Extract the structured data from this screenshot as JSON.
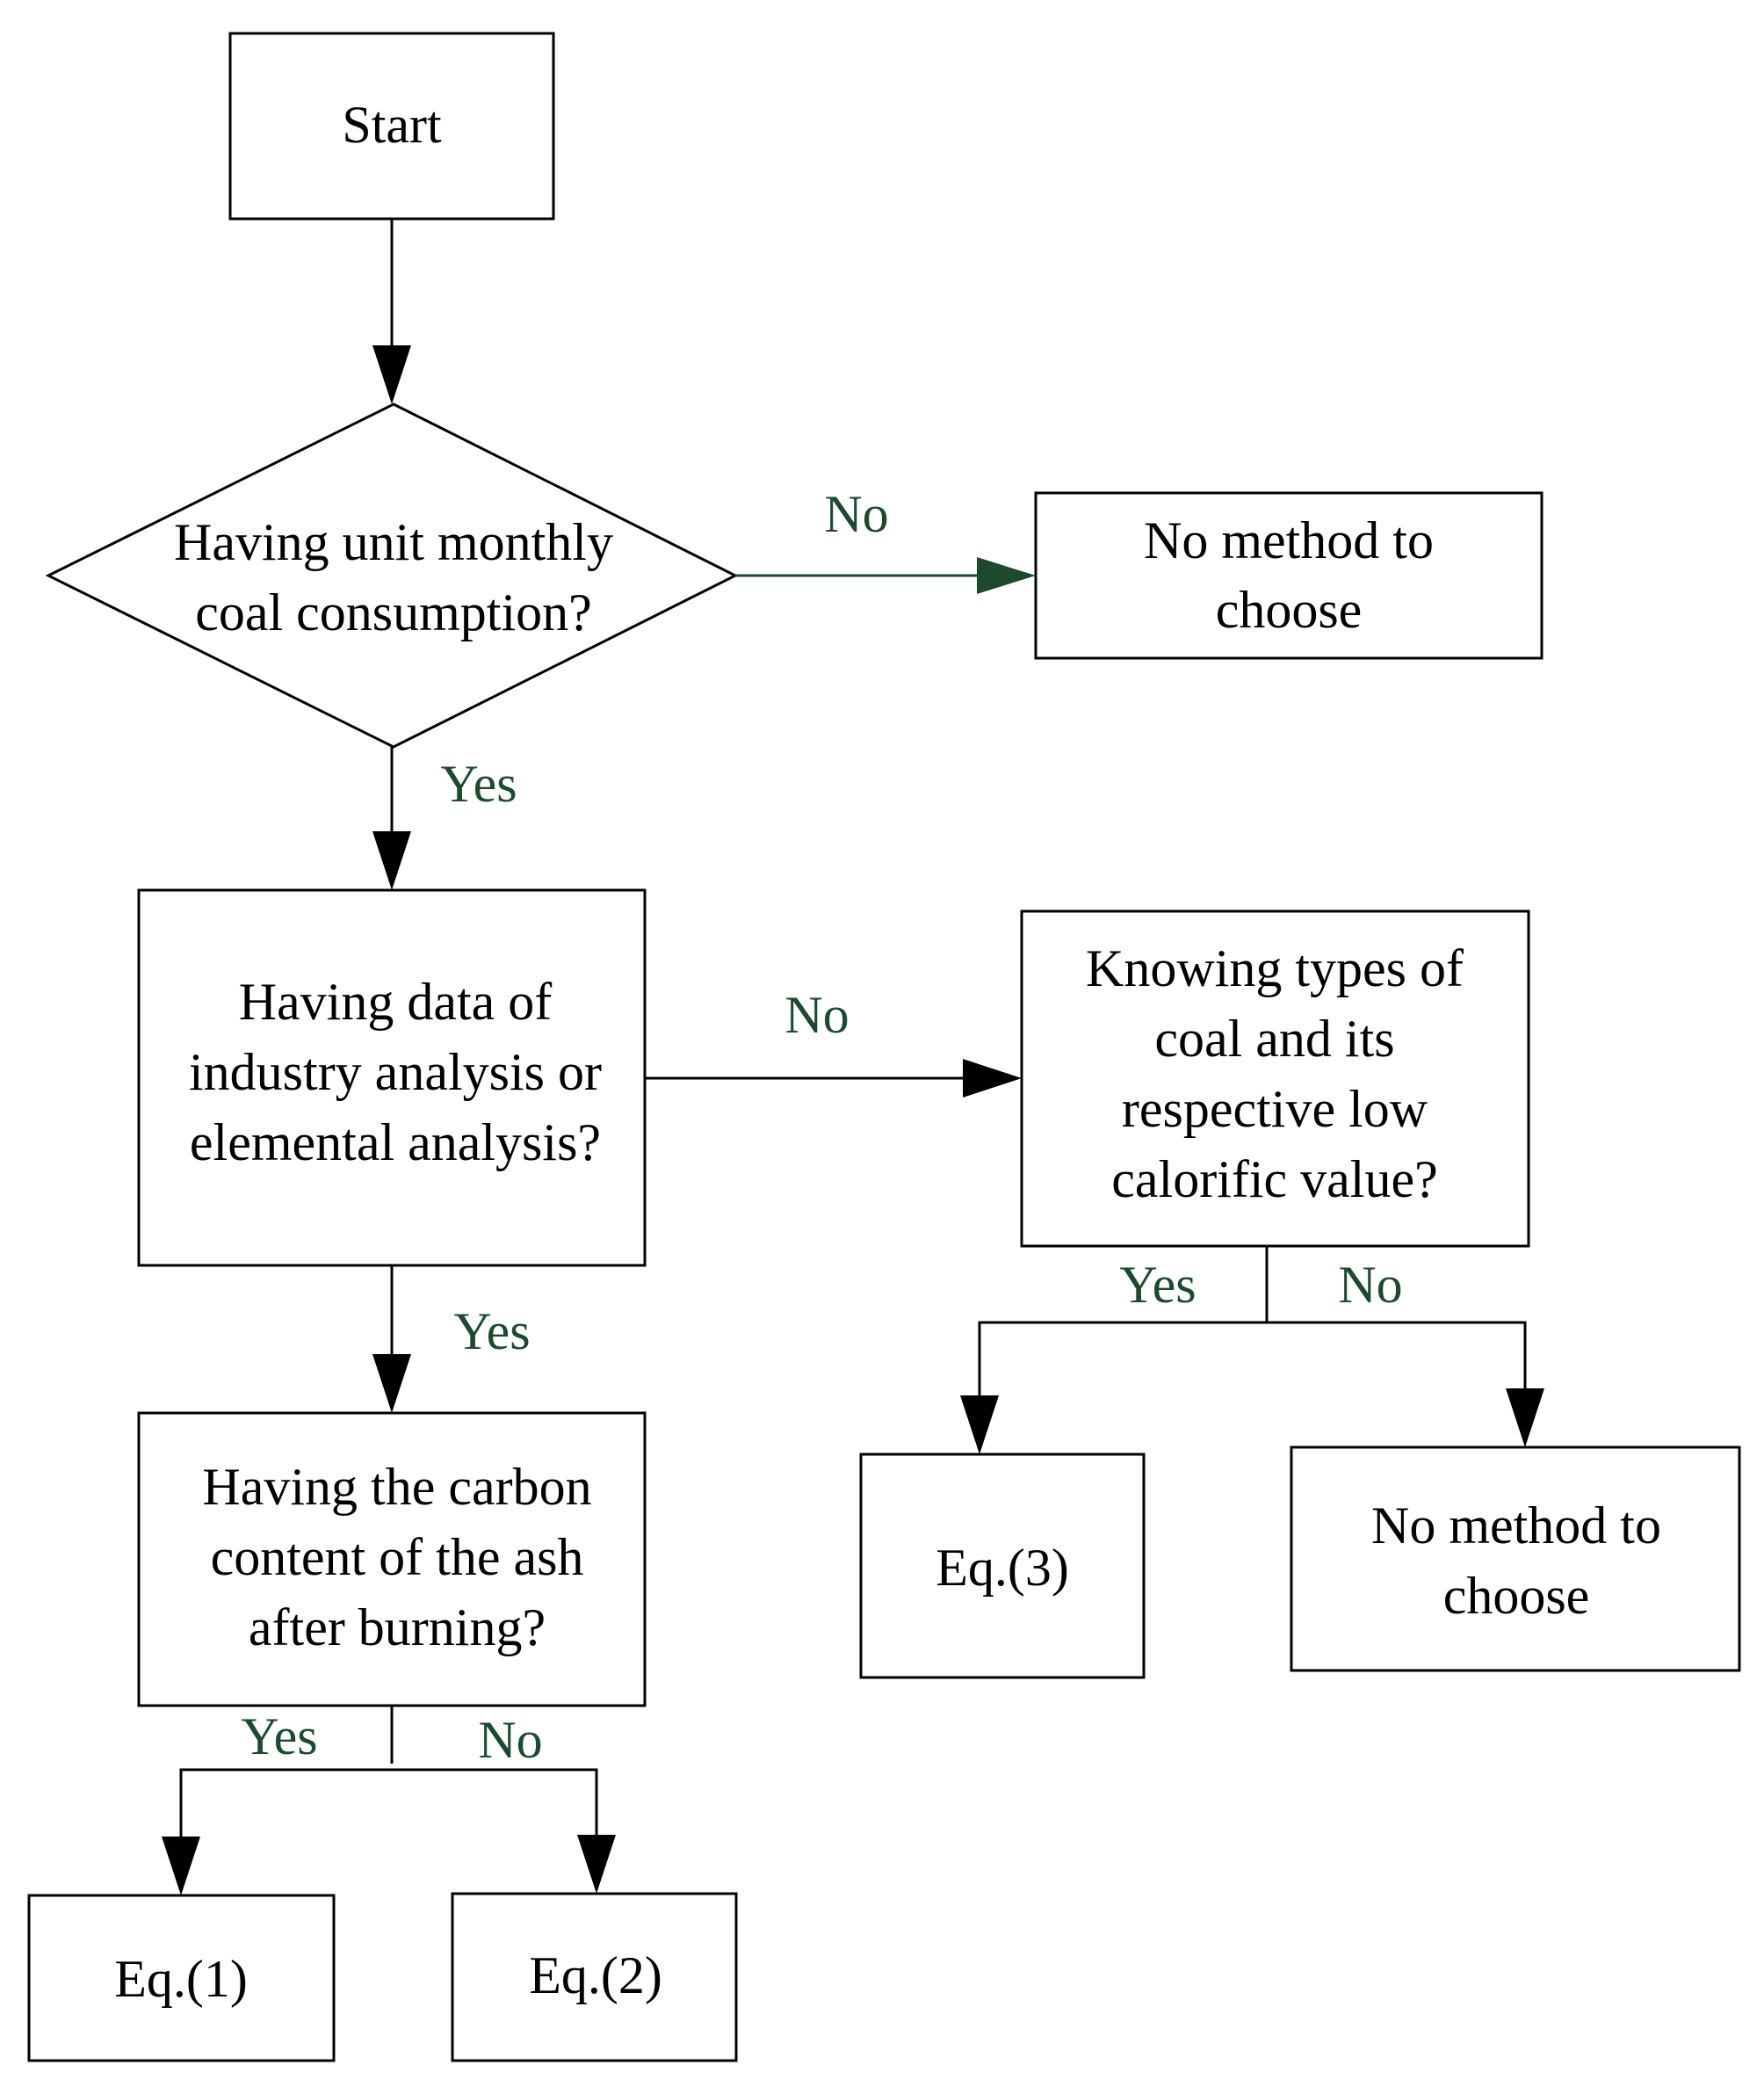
{
  "nodes": {
    "start": [
      "Start"
    ],
    "q_monthly": [
      "Having unit monthly",
      "coal consumption?"
    ],
    "no_method_1": [
      "No method to",
      "choose"
    ],
    "q_analysis": [
      "Having data of",
      "industry analysis or",
      "elemental analysis?"
    ],
    "q_coal_types": [
      "Knowing types of",
      "coal and its",
      "respective low",
      "calorific value?"
    ],
    "q_carbon": [
      "Having the carbon",
      "content of the ash",
      "after burning?"
    ],
    "eq1": [
      "Eq.(1)"
    ],
    "eq2": [
      "Eq.(2)"
    ],
    "eq3": [
      "Eq.(3)"
    ],
    "no_method_2": [
      "No method to",
      "choose"
    ]
  },
  "edges": {
    "monthly_no": "No",
    "monthly_yes": "Yes",
    "analysis_no": "No",
    "analysis_yes": "Yes",
    "coal_yes": "Yes",
    "coal_no": "No",
    "carbon_yes": "Yes",
    "carbon_no": "No"
  },
  "colors": {
    "edge_label": "#1d4a2f",
    "lines": "#000000"
  }
}
